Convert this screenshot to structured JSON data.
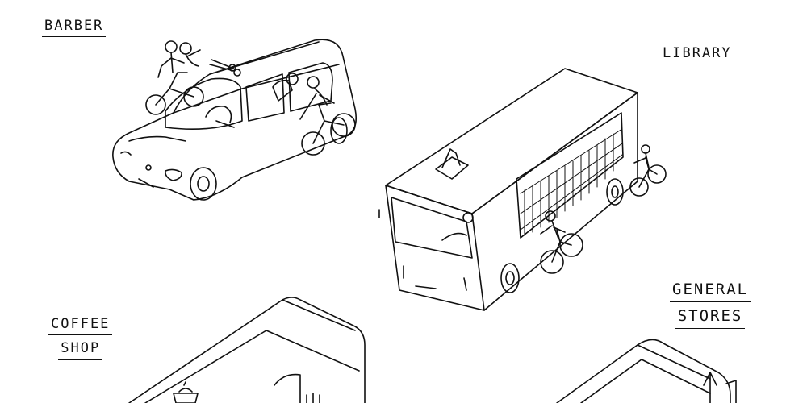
{
  "labels": {
    "barber": "BARBER",
    "library": "LIBRARY",
    "coffee_line1": "COFFEE",
    "coffee_line2": "SHOP",
    "general_line1": "GENERAL",
    "general_line2": "STORES"
  },
  "colors": {
    "ink": "#111111",
    "paper": "#ffffff"
  }
}
